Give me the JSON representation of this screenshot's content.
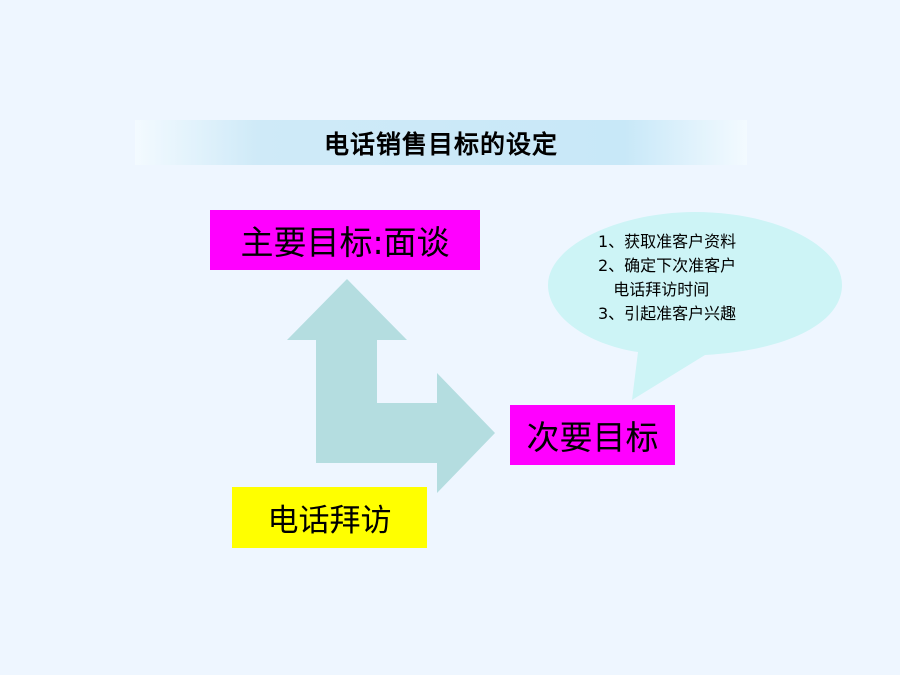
{
  "title": "电话销售目标的设定",
  "boxes": {
    "main_goal": "主要目标:面谈",
    "secondary_goal": "次要目标",
    "phone_visit": "电话拜访"
  },
  "callout": {
    "items": [
      "1、获取准客户资料",
      "2、确定下次准客户",
      "   电话拜访时间",
      "3、引起准客户兴趣"
    ]
  },
  "colors": {
    "background": "#eef6ff",
    "magenta_box": "#ff00ff",
    "yellow_box": "#ffff00",
    "arrow": "#b4dde0",
    "bubble": "#cdf4f6"
  }
}
